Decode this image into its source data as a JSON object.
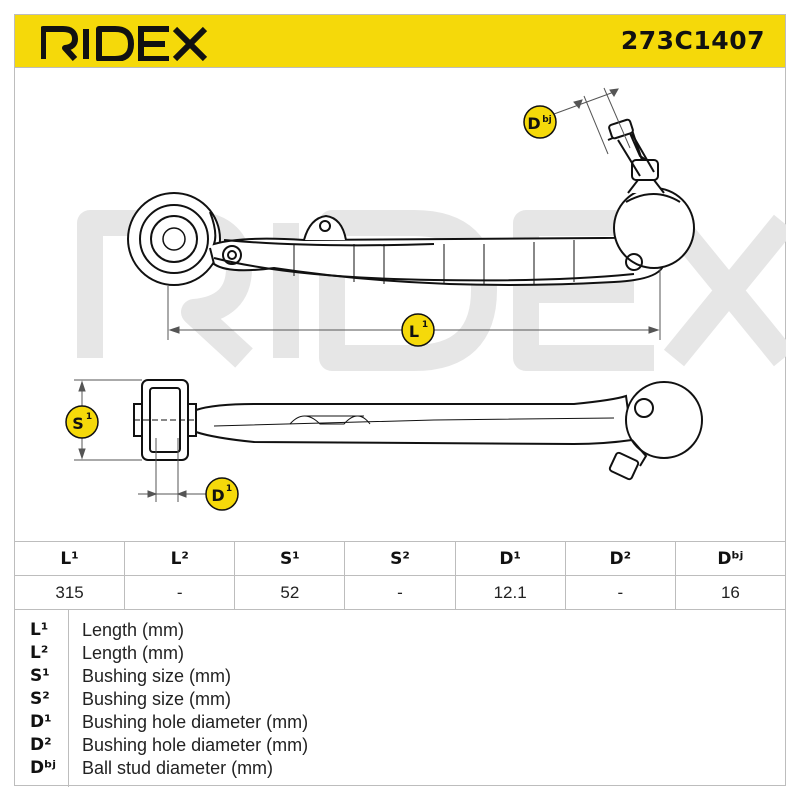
{
  "brand": {
    "name": "RIDEX",
    "accent": "#f5d90a"
  },
  "part_number": "273C1407",
  "diagram": {
    "labels": {
      "dbj": "Dbj",
      "l1": "L1",
      "s1": "S1",
      "d1": "D1"
    }
  },
  "table": {
    "headers": [
      "L¹",
      "L²",
      "S¹",
      "S²",
      "D¹",
      "D²",
      "Dᵇʲ"
    ],
    "values": [
      "315",
      "-",
      "52",
      "-",
      "12.1",
      "-",
      "16"
    ]
  },
  "legend": [
    {
      "key": "L¹",
      "desc": "Length (mm)"
    },
    {
      "key": "L²",
      "desc": "Length (mm)"
    },
    {
      "key": "S¹",
      "desc": "Bushing size (mm)"
    },
    {
      "key": "S²",
      "desc": "Bushing size (mm)"
    },
    {
      "key": "D¹",
      "desc": "Bushing hole diameter (mm)"
    },
    {
      "key": "D²",
      "desc": "Bushing hole diameter (mm)"
    },
    {
      "key": "Dᵇʲ",
      "desc": "Ball stud diameter (mm)"
    }
  ]
}
